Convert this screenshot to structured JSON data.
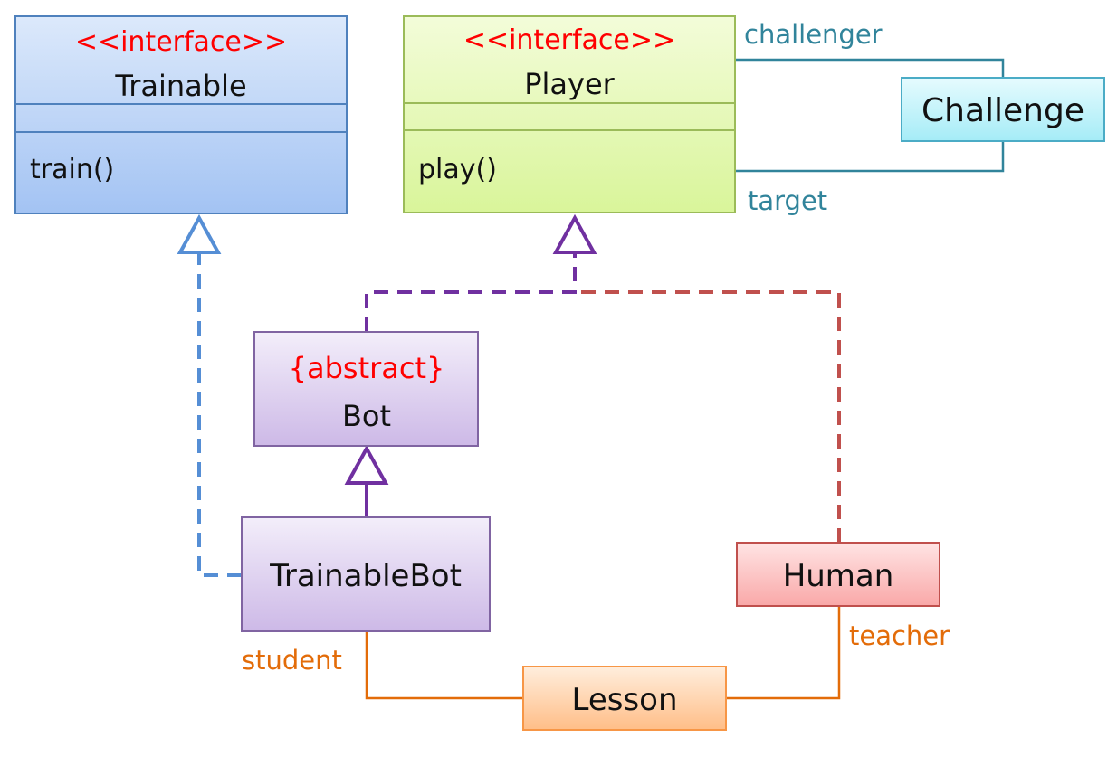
{
  "colors": {
    "interface_stereotype": "#ff0000",
    "trainable_fill": "#a9c8f5",
    "player_fill": "#e3f8a8",
    "bot_fill": "#d8c8ec",
    "human_fill": "#fbb4b4",
    "challenge_fill": "#b0eef8",
    "lesson_fill": "#ffc79a",
    "association_teal": "#31849b",
    "association_orange": "#e36c09",
    "realization_blue": "#558ed5",
    "realization_purple": "#7030a0",
    "realization_red": "#c0504d"
  },
  "classes": {
    "trainable": {
      "stereotype": "<<interface>>",
      "name": "Trainable",
      "operation": "train()"
    },
    "player": {
      "stereotype": "<<interface>>",
      "name": "Player",
      "operation": "play()"
    },
    "challenge": {
      "name": "Challenge"
    },
    "bot": {
      "stereotype": "{abstract}",
      "name": "Bot"
    },
    "trainable_bot": {
      "name": "TrainableBot"
    },
    "human": {
      "name": "Human"
    },
    "lesson": {
      "name": "Lesson"
    }
  },
  "roles": {
    "challenger": "challenger",
    "target": "target",
    "student": "student",
    "teacher": "teacher"
  }
}
